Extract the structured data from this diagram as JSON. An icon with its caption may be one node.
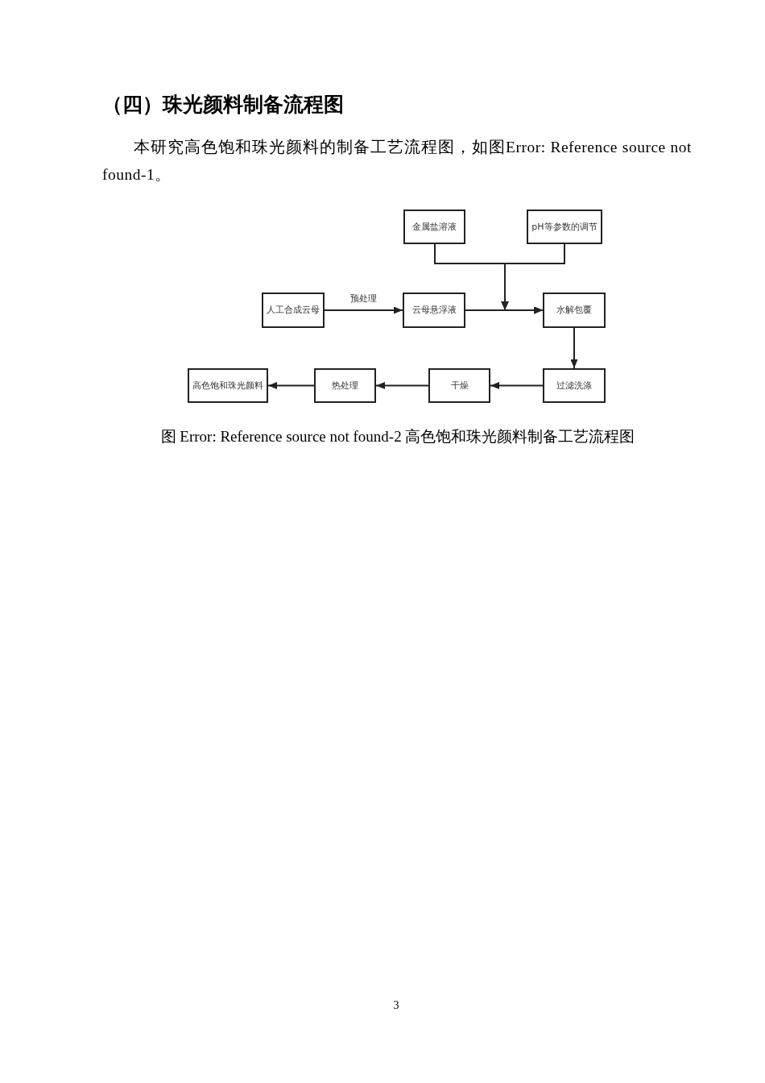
{
  "diagram": {
    "title": "（四）珠光颜料制备流程图",
    "caption": "图 Error: Reference source not found-2 高色饱和珠光颜料制备工艺流程图",
    "nodes": [
      {
        "text": [
          "金属盐溶液"
        ]
      },
      {
        "text": [
          "pH等参数的调节"
        ]
      },
      {
        "text": [
          "人工合成云母"
        ]
      },
      {
        "text": [
          "云母悬浮液"
        ]
      },
      {
        "text": [
          "水解包覆"
        ]
      },
      {
        "text": [
          "高色饱和珠光颜料"
        ]
      },
      {
        "text": [
          "热处理"
        ]
      },
      {
        "text": [
          "干燥"
        ]
      },
      {
        "text": [
          "过滤洗涤"
        ]
      }
    ],
    "edges": [
      {
        "from": 0,
        "to": 4,
        "arrow": "to"
      },
      {
        "from": 1,
        "to": 4,
        "arrow": "to"
      },
      {
        "from": 2,
        "to": 3,
        "arrow": "to",
        "label": "预处理"
      },
      {
        "from": 3,
        "to": 4,
        "arrow": "to"
      },
      {
        "from": 4,
        "to": 8,
        "arrow": "to"
      },
      {
        "from": 8,
        "to": 7,
        "arrow": "to"
      },
      {
        "from": 7,
        "to": 6,
        "arrow": "to"
      },
      {
        "from": 6,
        "to": 5,
        "arrow": "to"
      }
    ],
    "labels": [
      "本研究高色饱和珠光颜料的制备工艺流程图，如图Error: Reference source not found-1。",
      "3"
    ]
  }
}
